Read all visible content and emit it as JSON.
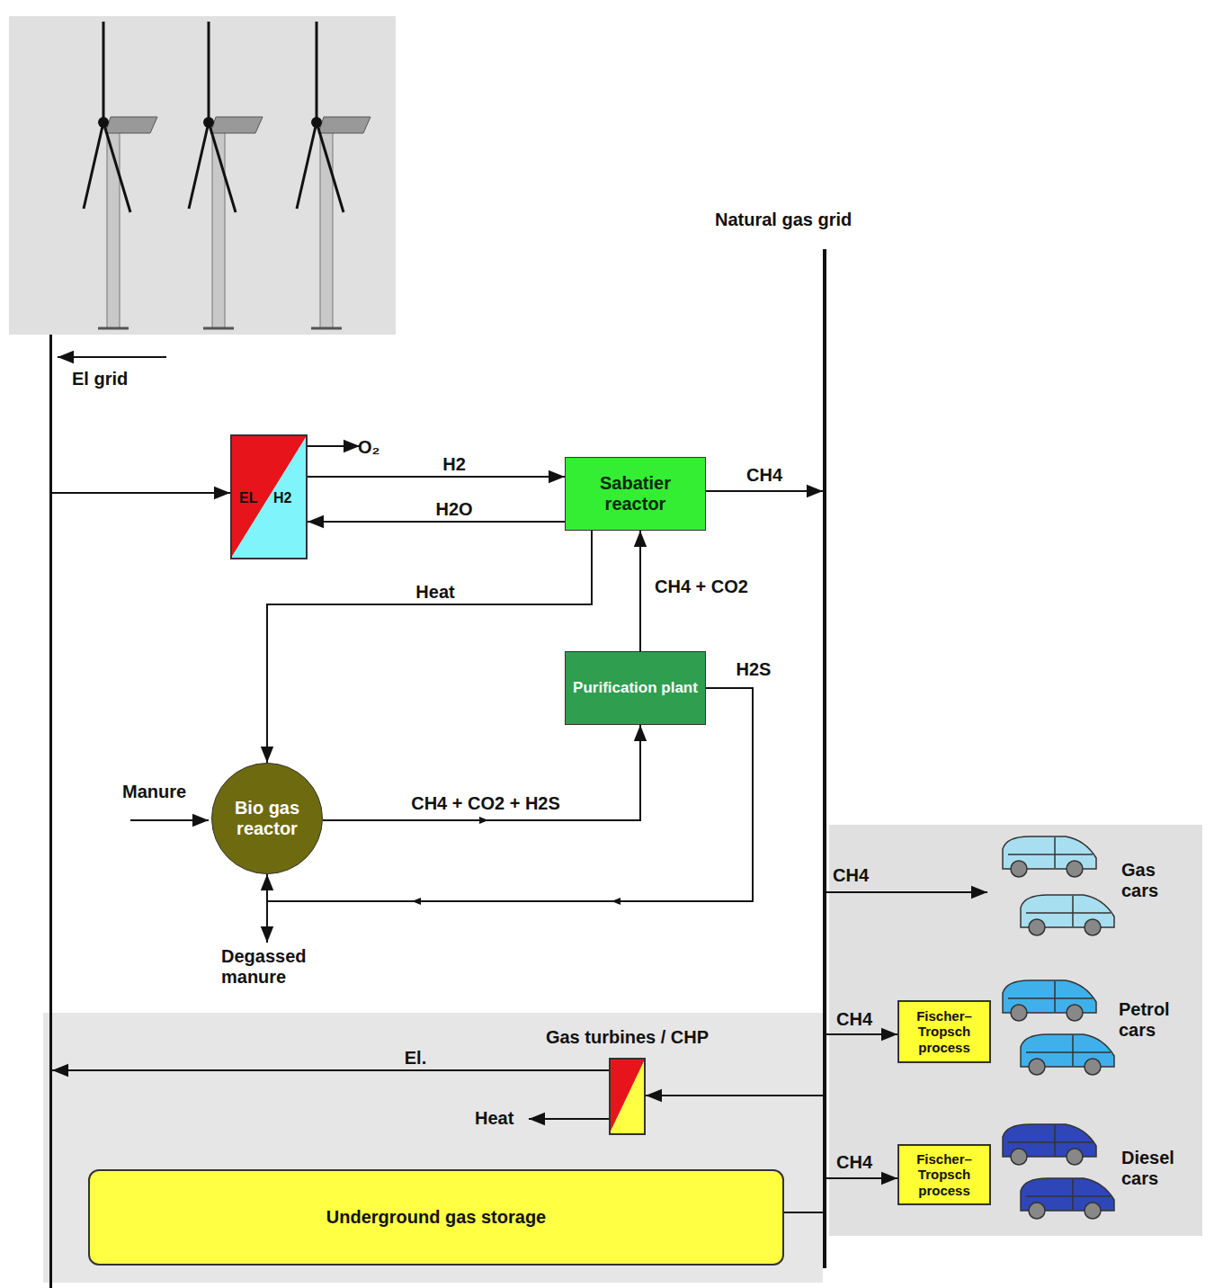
{
  "diagram": {
    "nodes": [
      {
        "text": [
          "El grid"
        ]
      },
      {
        "text": [
          "Natural gas grid"
        ]
      },
      {
        "text": [
          "EL",
          "H2"
        ]
      },
      {
        "text": [
          "Sabatier reactor"
        ]
      },
      {
        "text": [
          "Purification plant"
        ]
      },
      {
        "text": [
          "Bio gas reactor"
        ]
      },
      {
        "text": [
          "Fischer–Tropsch process"
        ]
      },
      {
        "text": [
          "Gas turbines / CHP"
        ]
      },
      {
        "text": [
          "Fischer–Tropsch process"
        ]
      },
      {
        "text": [
          "Underground gas storage"
        ]
      }
    ],
    "edges": [
      {
        "from": 0,
        "to": 2,
        "arrow": "to"
      },
      {
        "from": 2,
        "to": 3,
        "label": "H2",
        "arrow": "to"
      },
      {
        "from": 3,
        "to": 2,
        "label": "H2O",
        "arrow": "to"
      },
      {
        "from": 3,
        "to": 1,
        "label": "CH4",
        "arrow": "to"
      },
      {
        "from": 3,
        "to": 5,
        "label": "Heat",
        "arrow": "to"
      },
      {
        "from": 4,
        "to": 3,
        "label": "CH4 + CO2",
        "arrow": "to"
      },
      {
        "from": 5,
        "to": 4,
        "label": "CH4 + CO2 + H2S",
        "arrow": "to"
      },
      {
        "from": 4,
        "to": 5,
        "label": "H2S",
        "arrow": "to"
      },
      {
        "from": 1,
        "to": 6,
        "label": "CH4",
        "arrow": "to"
      },
      {
        "from": 1,
        "to": 7,
        "arrow": "to"
      },
      {
        "from": 1,
        "to": 8,
        "label": "CH4",
        "arrow": "to"
      },
      {
        "from": 7,
        "to": 0,
        "label": "El.",
        "arrow": "to"
      },
      {
        "from": 9,
        "to": 1,
        "arrow": "none"
      }
    ],
    "labels": [
      "O₂",
      "Manure",
      "Degassed manure",
      "CH4",
      "Gas cars",
      "Petrol cars",
      "Diesel cars",
      "Heat"
    ]
  }
}
